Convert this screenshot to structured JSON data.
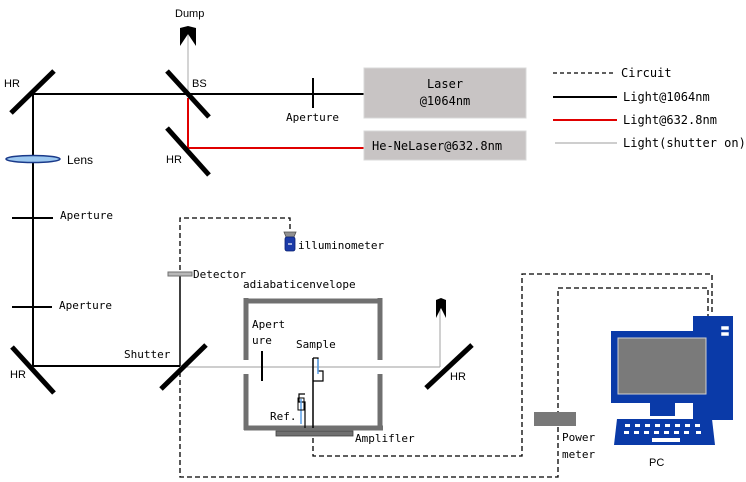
{
  "colors": {
    "beam_1064": "#000000",
    "beam_632": "#e00000",
    "beam_shutter_on": "#b0b0b0",
    "circuit": "#000000",
    "box_fill": "#c8c4c4",
    "envelope": "#707070",
    "pc_blue": "#0a3aa8",
    "pc_screen": "#7a7a7a",
    "lens_fill": "#9cc8f0",
    "lens_stroke": "#1a3a8a",
    "illuminometer": "#1a3aa8",
    "sample_blue": "#5aa0e8"
  },
  "sources": {
    "laser_1064_line1": "Laser",
    "laser_1064_line2": "@1064nm",
    "laser_hene": "He-NeLaser@632.8nm"
  },
  "labels": {
    "dump_top": "Dump",
    "bs": "BS",
    "hr_top_left": "HR",
    "hr_red": "HR",
    "hr_bottom_left": "HR",
    "hr_right": "HR",
    "lens": "Lens",
    "aperture_top": "Aperture",
    "aperture_left_1": "Aperture",
    "aperture_left_2": "Aperture",
    "aperture_inner_line1": "Apert",
    "aperture_inner_line2": "ure",
    "shutter": "Shutter",
    "detector": "Detector",
    "illuminometer": "illuminometer",
    "envelope": "adiabaticenvelope",
    "sample": "Sample",
    "ref": "Ref.",
    "amplifier": "Amplifler",
    "power_meter_line1": "Power",
    "power_meter_line2": "meter",
    "pc": "PC"
  },
  "legend": [
    {
      "label": "Circuit",
      "style": "dashed"
    },
    {
      "label": "Light@1064nm",
      "style": "solid-black"
    },
    {
      "label": "Light@632.8nm",
      "style": "solid-red"
    },
    {
      "label": "Light(shutter on)",
      "style": "solid-gray"
    }
  ]
}
